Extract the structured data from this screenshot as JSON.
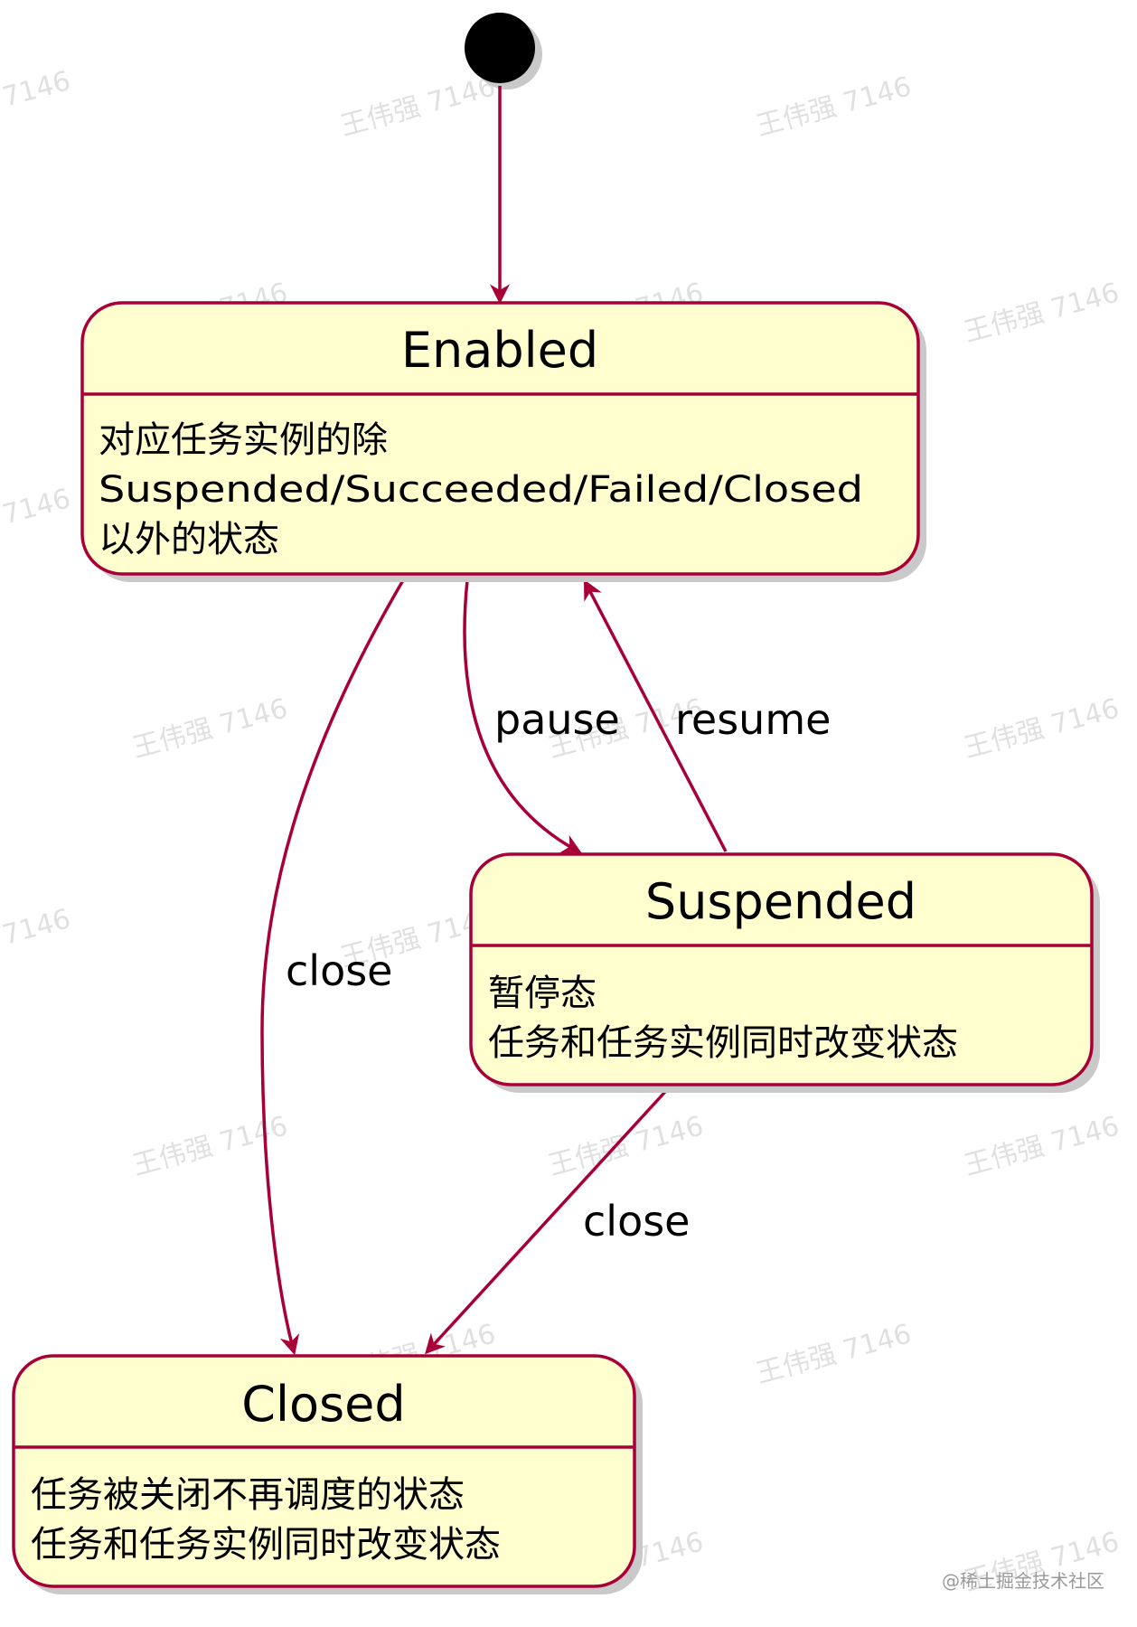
{
  "colors": {
    "state_fill": "#FEFECE",
    "state_border": "#A80036",
    "arrow": "#A80036",
    "shadow": "#c9c9c9",
    "initial": "#000000"
  },
  "states": {
    "enabled": {
      "title": "Enabled",
      "desc": [
        "对应任务实例的除",
        "Suspended/Succeeded/Failed/Closed",
        "以外的状态"
      ]
    },
    "suspended": {
      "title": "Suspended",
      "desc": [
        "暂停态",
        "任务和任务实例同时改变状态"
      ]
    },
    "closed": {
      "title": "Closed",
      "desc": [
        "任务被关闭不再调度的状态",
        "任务和任务实例同时改变状态"
      ]
    }
  },
  "transitions": {
    "pause": "pause",
    "resume": "resume",
    "close_enabled": "close",
    "close_suspended": "close"
  },
  "watermarks": {
    "author": "王伟强 7146",
    "short": "7146",
    "site": "@稀土掘金技术社区"
  }
}
